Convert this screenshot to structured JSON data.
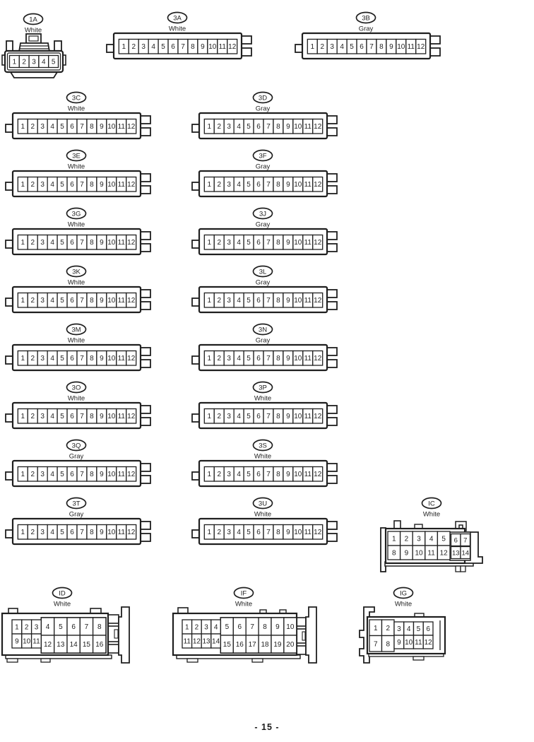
{
  "page": {
    "description": "Service manual connector pinout diagram page",
    "footer": "- 15 -",
    "ink": "#1f1f1f",
    "paper": "#ffffff"
  },
  "connectors": [
    {
      "name": "1A",
      "color": "White",
      "type": "mini5",
      "ox": 6,
      "oy": 16,
      "pins": [
        [
          "1",
          "2",
          "3",
          "4",
          "5"
        ]
      ]
    },
    {
      "name": "3A",
      "color": "White",
      "type": "strip12",
      "ox": 151,
      "oy": 14,
      "pins": [
        [
          "1",
          "2",
          "3",
          "4",
          "5",
          "6",
          "7",
          "8",
          "9",
          "10",
          "11",
          "12"
        ]
      ]
    },
    {
      "name": "3B",
      "color": "Gray",
      "type": "strip12",
      "ox": 418,
      "oy": 14,
      "pins": [
        [
          "1",
          "2",
          "3",
          "4",
          "5",
          "6",
          "7",
          "8",
          "9",
          "10",
          "11",
          "12"
        ]
      ]
    },
    {
      "name": "3C",
      "color": "White",
      "type": "strip12",
      "ox": 8,
      "oy": 127,
      "pins": [
        [
          "1",
          "2",
          "3",
          "4",
          "5",
          "6",
          "7",
          "8",
          "9",
          "10",
          "11",
          "12"
        ]
      ]
    },
    {
      "name": "3D",
      "color": "Gray",
      "type": "strip12",
      "ox": 272,
      "oy": 127,
      "pins": [
        [
          "1",
          "2",
          "3",
          "4",
          "5",
          "6",
          "7",
          "8",
          "9",
          "10",
          "11",
          "12"
        ]
      ]
    },
    {
      "name": "3E",
      "color": "White",
      "type": "strip12",
      "ox": 8,
      "oy": 209,
      "pins": [
        [
          "1",
          "2",
          "3",
          "4",
          "5",
          "6",
          "7",
          "8",
          "9",
          "10",
          "11",
          "12"
        ]
      ]
    },
    {
      "name": "3F",
      "color": "Gray",
      "type": "strip12",
      "ox": 272,
      "oy": 209,
      "pins": [
        [
          "1",
          "2",
          "3",
          "4",
          "5",
          "6",
          "7",
          "8",
          "9",
          "10",
          "11",
          "12"
        ]
      ]
    },
    {
      "name": "3G",
      "color": "White",
      "type": "strip12",
      "ox": 8,
      "oy": 291,
      "pins": [
        [
          "1",
          "2",
          "3",
          "4",
          "5",
          "6",
          "7",
          "8",
          "9",
          "10",
          "11",
          "12"
        ]
      ]
    },
    {
      "name": "3J",
      "color": "Gray",
      "type": "strip12",
      "ox": 272,
      "oy": 291,
      "pins": [
        [
          "1",
          "2",
          "3",
          "4",
          "5",
          "6",
          "7",
          "8",
          "9",
          "10",
          "11",
          "12"
        ]
      ]
    },
    {
      "name": "3K",
      "color": "White",
      "type": "strip12",
      "ox": 8,
      "oy": 373,
      "pins": [
        [
          "1",
          "2",
          "3",
          "4",
          "5",
          "6",
          "7",
          "8",
          "9",
          "10",
          "11",
          "12"
        ]
      ]
    },
    {
      "name": "3L",
      "color": "Gray",
      "type": "strip12",
      "ox": 272,
      "oy": 373,
      "pins": [
        [
          "1",
          "2",
          "3",
          "4",
          "5",
          "6",
          "7",
          "8",
          "9",
          "10",
          "11",
          "12"
        ]
      ]
    },
    {
      "name": "3M",
      "color": "White",
      "type": "strip12",
      "ox": 8,
      "oy": 455,
      "pins": [
        [
          "1",
          "2",
          "3",
          "4",
          "5",
          "6",
          "7",
          "8",
          "9",
          "10",
          "11",
          "12"
        ]
      ]
    },
    {
      "name": "3N",
      "color": "Gray",
      "type": "strip12",
      "ox": 272,
      "oy": 455,
      "pins": [
        [
          "1",
          "2",
          "3",
          "4",
          "5",
          "6",
          "7",
          "8",
          "9",
          "10",
          "11",
          "12"
        ]
      ]
    },
    {
      "name": "3O",
      "color": "White",
      "type": "strip12",
      "ox": 8,
      "oy": 537,
      "pins": [
        [
          "1",
          "2",
          "3",
          "4",
          "5",
          "6",
          "7",
          "8",
          "9",
          "10",
          "11",
          "12"
        ]
      ]
    },
    {
      "name": "3P",
      "color": "White",
      "type": "strip12",
      "ox": 272,
      "oy": 537,
      "pins": [
        [
          "1",
          "2",
          "3",
          "4",
          "5",
          "6",
          "7",
          "8",
          "9",
          "10",
          "11",
          "12"
        ]
      ]
    },
    {
      "name": "3Q",
      "color": "Gray",
      "type": "strip12",
      "ox": 8,
      "oy": 619,
      "pins": [
        [
          "1",
          "2",
          "3",
          "4",
          "5",
          "6",
          "7",
          "8",
          "9",
          "10",
          "11",
          "12"
        ]
      ]
    },
    {
      "name": "3S",
      "color": "White",
      "type": "strip12",
      "ox": 272,
      "oy": 619,
      "pins": [
        [
          "1",
          "2",
          "3",
          "4",
          "5",
          "6",
          "7",
          "8",
          "9",
          "10",
          "11",
          "12"
        ]
      ]
    },
    {
      "name": "3T",
      "color": "Gray",
      "type": "strip12",
      "ox": 8,
      "oy": 701,
      "pins": [
        [
          "1",
          "2",
          "3",
          "4",
          "5",
          "6",
          "7",
          "8",
          "9",
          "10",
          "11",
          "12"
        ]
      ]
    },
    {
      "name": "3U",
      "color": "White",
      "type": "strip12",
      "ox": 272,
      "oy": 701,
      "pins": [
        [
          "1",
          "2",
          "3",
          "4",
          "5",
          "6",
          "7",
          "8",
          "9",
          "10",
          "11",
          "12"
        ]
      ]
    },
    {
      "name": "IC",
      "color": "White",
      "type": "blockIC",
      "ox": 538,
      "oy": 701,
      "pins": [
        [
          "1",
          "2",
          "3",
          "4",
          "5",
          "6",
          "7"
        ],
        [
          "8",
          "9",
          "10",
          "11",
          "12",
          "13",
          "14"
        ]
      ]
    },
    {
      "name": "ID",
      "color": "White",
      "type": "blockID",
      "ox": 0,
      "oy": 828,
      "pins": [
        [
          "1",
          "2",
          "3",
          "4",
          "5",
          "6",
          "7",
          "8"
        ],
        [
          "9",
          "10",
          "11",
          "12",
          "13",
          "14",
          "15",
          "16"
        ]
      ]
    },
    {
      "name": "IF",
      "color": "White",
      "type": "blockIF",
      "ox": 240,
      "oy": 828,
      "pins": [
        [
          "1",
          "2",
          "3",
          "4",
          "5",
          "6",
          "7",
          "8",
          "9",
          "10"
        ],
        [
          "11",
          "12",
          "13",
          "14",
          "15",
          "16",
          "17",
          "18",
          "19",
          "20"
        ]
      ]
    },
    {
      "name": "IG",
      "color": "White",
      "type": "blockIG",
      "ox": 500,
      "oy": 828,
      "pins": [
        [
          "1",
          "2",
          "3",
          "4",
          "5",
          "6"
        ],
        [
          "7",
          "8",
          "9",
          "10",
          "11",
          "12"
        ]
      ]
    }
  ]
}
